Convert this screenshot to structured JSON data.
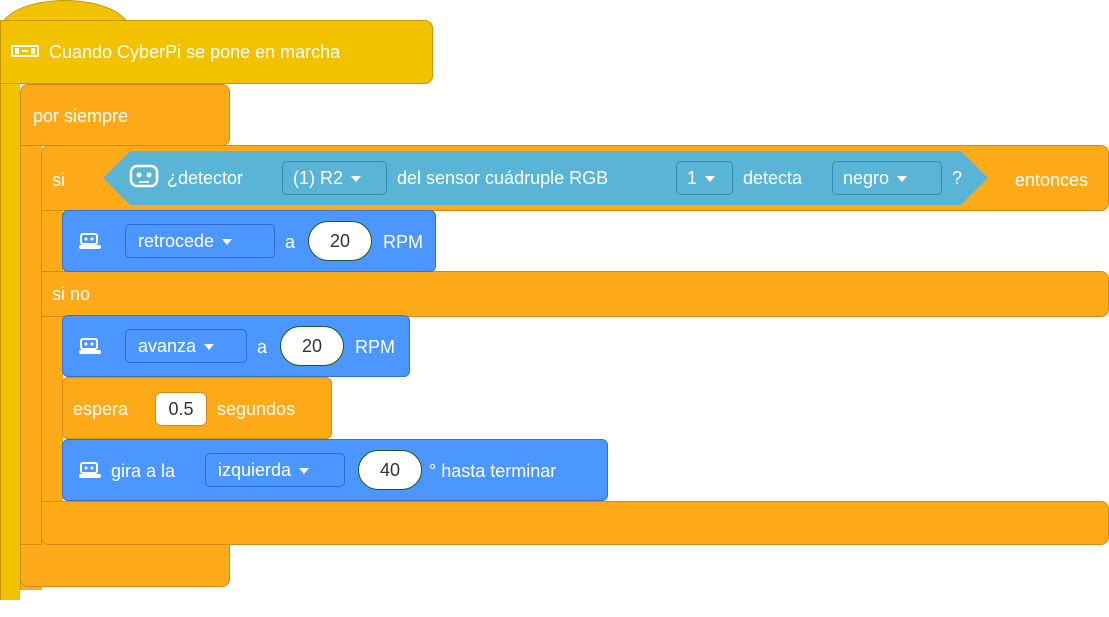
{
  "event_block": {
    "label": "Cuando CyberPi se pone en marcha",
    "icon": "cyberpi-icon"
  },
  "forever_block": {
    "label": "por siempre"
  },
  "if_block": {
    "if_label": "si",
    "then_label": "entonces",
    "else_label": "si no",
    "condition": {
      "icon": "sensor-icon",
      "prefix": "¿detector",
      "detector_value": "(1) R2",
      "middle": "del sensor cuádruple RGB",
      "sensor_index": "1",
      "detect_label": "detecta",
      "color_value": "negro",
      "suffix": "?"
    }
  },
  "move_back": {
    "icon": "rover-icon",
    "direction": "retrocede",
    "a_label": "a",
    "speed": "20",
    "unit": "RPM"
  },
  "move_forward": {
    "icon": "rover-icon",
    "direction": "avanza",
    "a_label": "a",
    "speed": "20",
    "unit": "RPM"
  },
  "wait_block": {
    "label": "espera",
    "value": "0.5",
    "unit": "segundos"
  },
  "turn_block": {
    "icon": "rover-icon",
    "label": "gira a la",
    "direction": "izquierda",
    "degrees": "40",
    "suffix": "° hasta terminar"
  },
  "colors": {
    "event": "#f2c200",
    "control": "#ffab19",
    "motion": "#4c97ff",
    "sensing": "#5ab4d6"
  }
}
